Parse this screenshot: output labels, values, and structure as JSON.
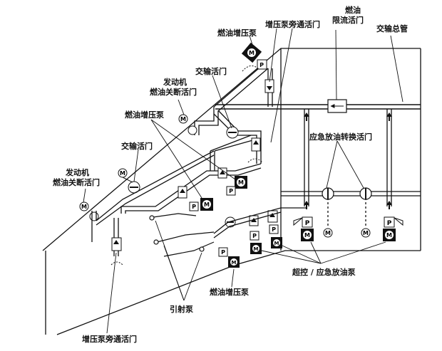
{
  "labels": {
    "crossfeed_manifold": "交输总管",
    "fuel_limit_valve_line1": "燃油",
    "fuel_limit_valve_line2": "限流活门",
    "boost_bypass_valve_top": "增压泵旁通活门",
    "boost_pump_top": "燃油增压泵",
    "crossfeed_valve_upper": "交输活门",
    "engine_shutoff_valve_upper_line1": "发动机",
    "engine_shutoff_valve_upper_line2": "燃油关断活门",
    "boost_pump_middle": "燃油增压泵",
    "emergency_jettison_transfer_valve": "应急放油转换活门",
    "crossfeed_valve_lower": "交输活门",
    "engine_shutoff_valve_lower_line1": "发动机",
    "engine_shutoff_valve_lower_line2": "燃油关断活门",
    "override_jettison_pump": "超控 / 应急放油泵",
    "boost_pump_bottom": "燃油增压泵",
    "ejector_pump": "引射泵",
    "boost_bypass_valve_bottom": "增压泵旁通活门"
  },
  "symbols": {
    "motor": "M",
    "pump": "P"
  },
  "colors": {
    "line": "#111111",
    "background": "#ffffff",
    "pump_fill": "#111111"
  }
}
